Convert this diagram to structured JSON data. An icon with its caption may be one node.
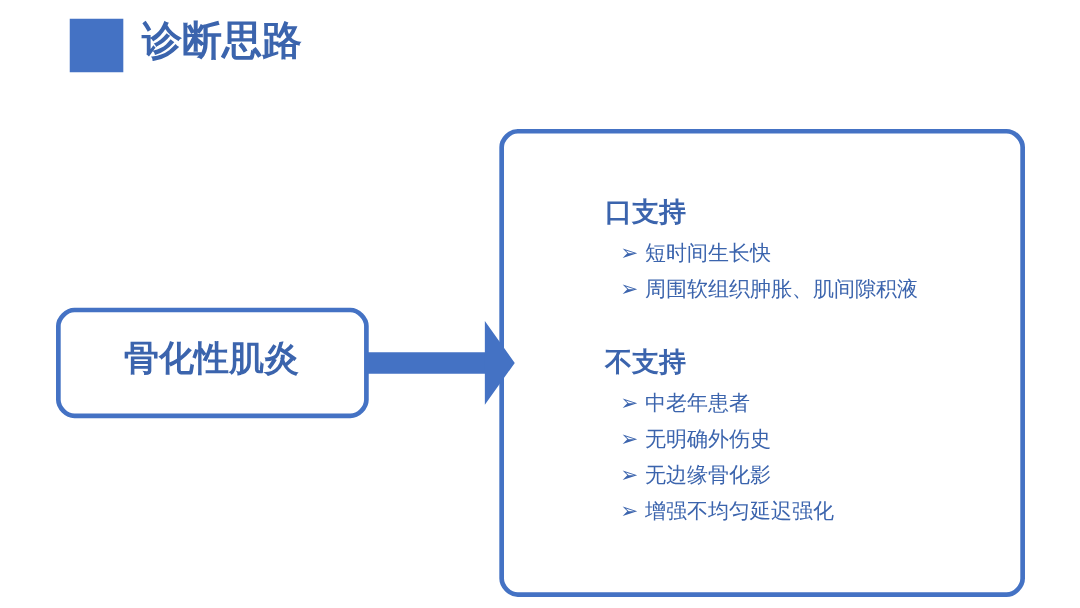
{
  "diagram": {
    "title": "诊断思路",
    "nodes": [
      {
        "text": [
          "骨化性肌炎"
        ]
      },
      {
        "text": [
          "口支持",
          "➢ 短时间生长快",
          "➢ 周围软组织肿胀、肌间隙积液",
          "不支持",
          "➢ 中老年患者",
          "➢ 无明确外伤史",
          "➢ 无边缘骨化影",
          "➢ 增强不均匀延迟强化"
        ]
      }
    ],
    "edges": [
      {
        "from": 0,
        "to": 1,
        "arrow": "to"
      }
    ]
  }
}
